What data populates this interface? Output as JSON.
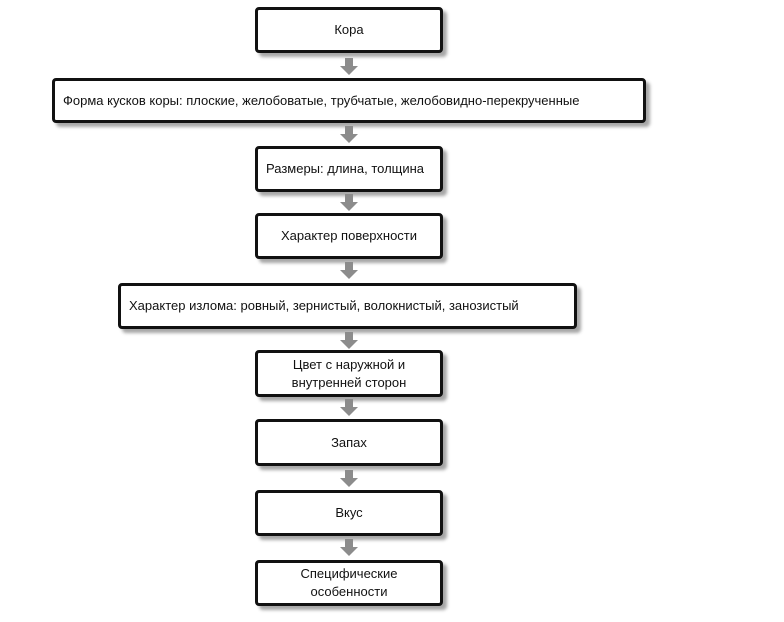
{
  "diagram": {
    "boxes": [
      {
        "id": "bark",
        "label": "Кора"
      },
      {
        "id": "shape",
        "label": "Форма кусков коры: плоские, желобоватые, трубчатые, желобовидно-перекрученные"
      },
      {
        "id": "size",
        "label": "Размеры: длина, толщина"
      },
      {
        "id": "surface",
        "label": "Характер поверхности"
      },
      {
        "id": "fracture",
        "label": "Характер излома: ровный, зернистый, волокнистый, занозистый"
      },
      {
        "id": "color",
        "label": "Цвет с наружной и\nвнутренней сторон"
      },
      {
        "id": "smell",
        "label": "Запах"
      },
      {
        "id": "taste",
        "label": "Вкус"
      },
      {
        "id": "specific",
        "label": "Специфические\nособенности"
      }
    ],
    "arrow_color": "#8c8c8c",
    "border_color": "#111111"
  }
}
